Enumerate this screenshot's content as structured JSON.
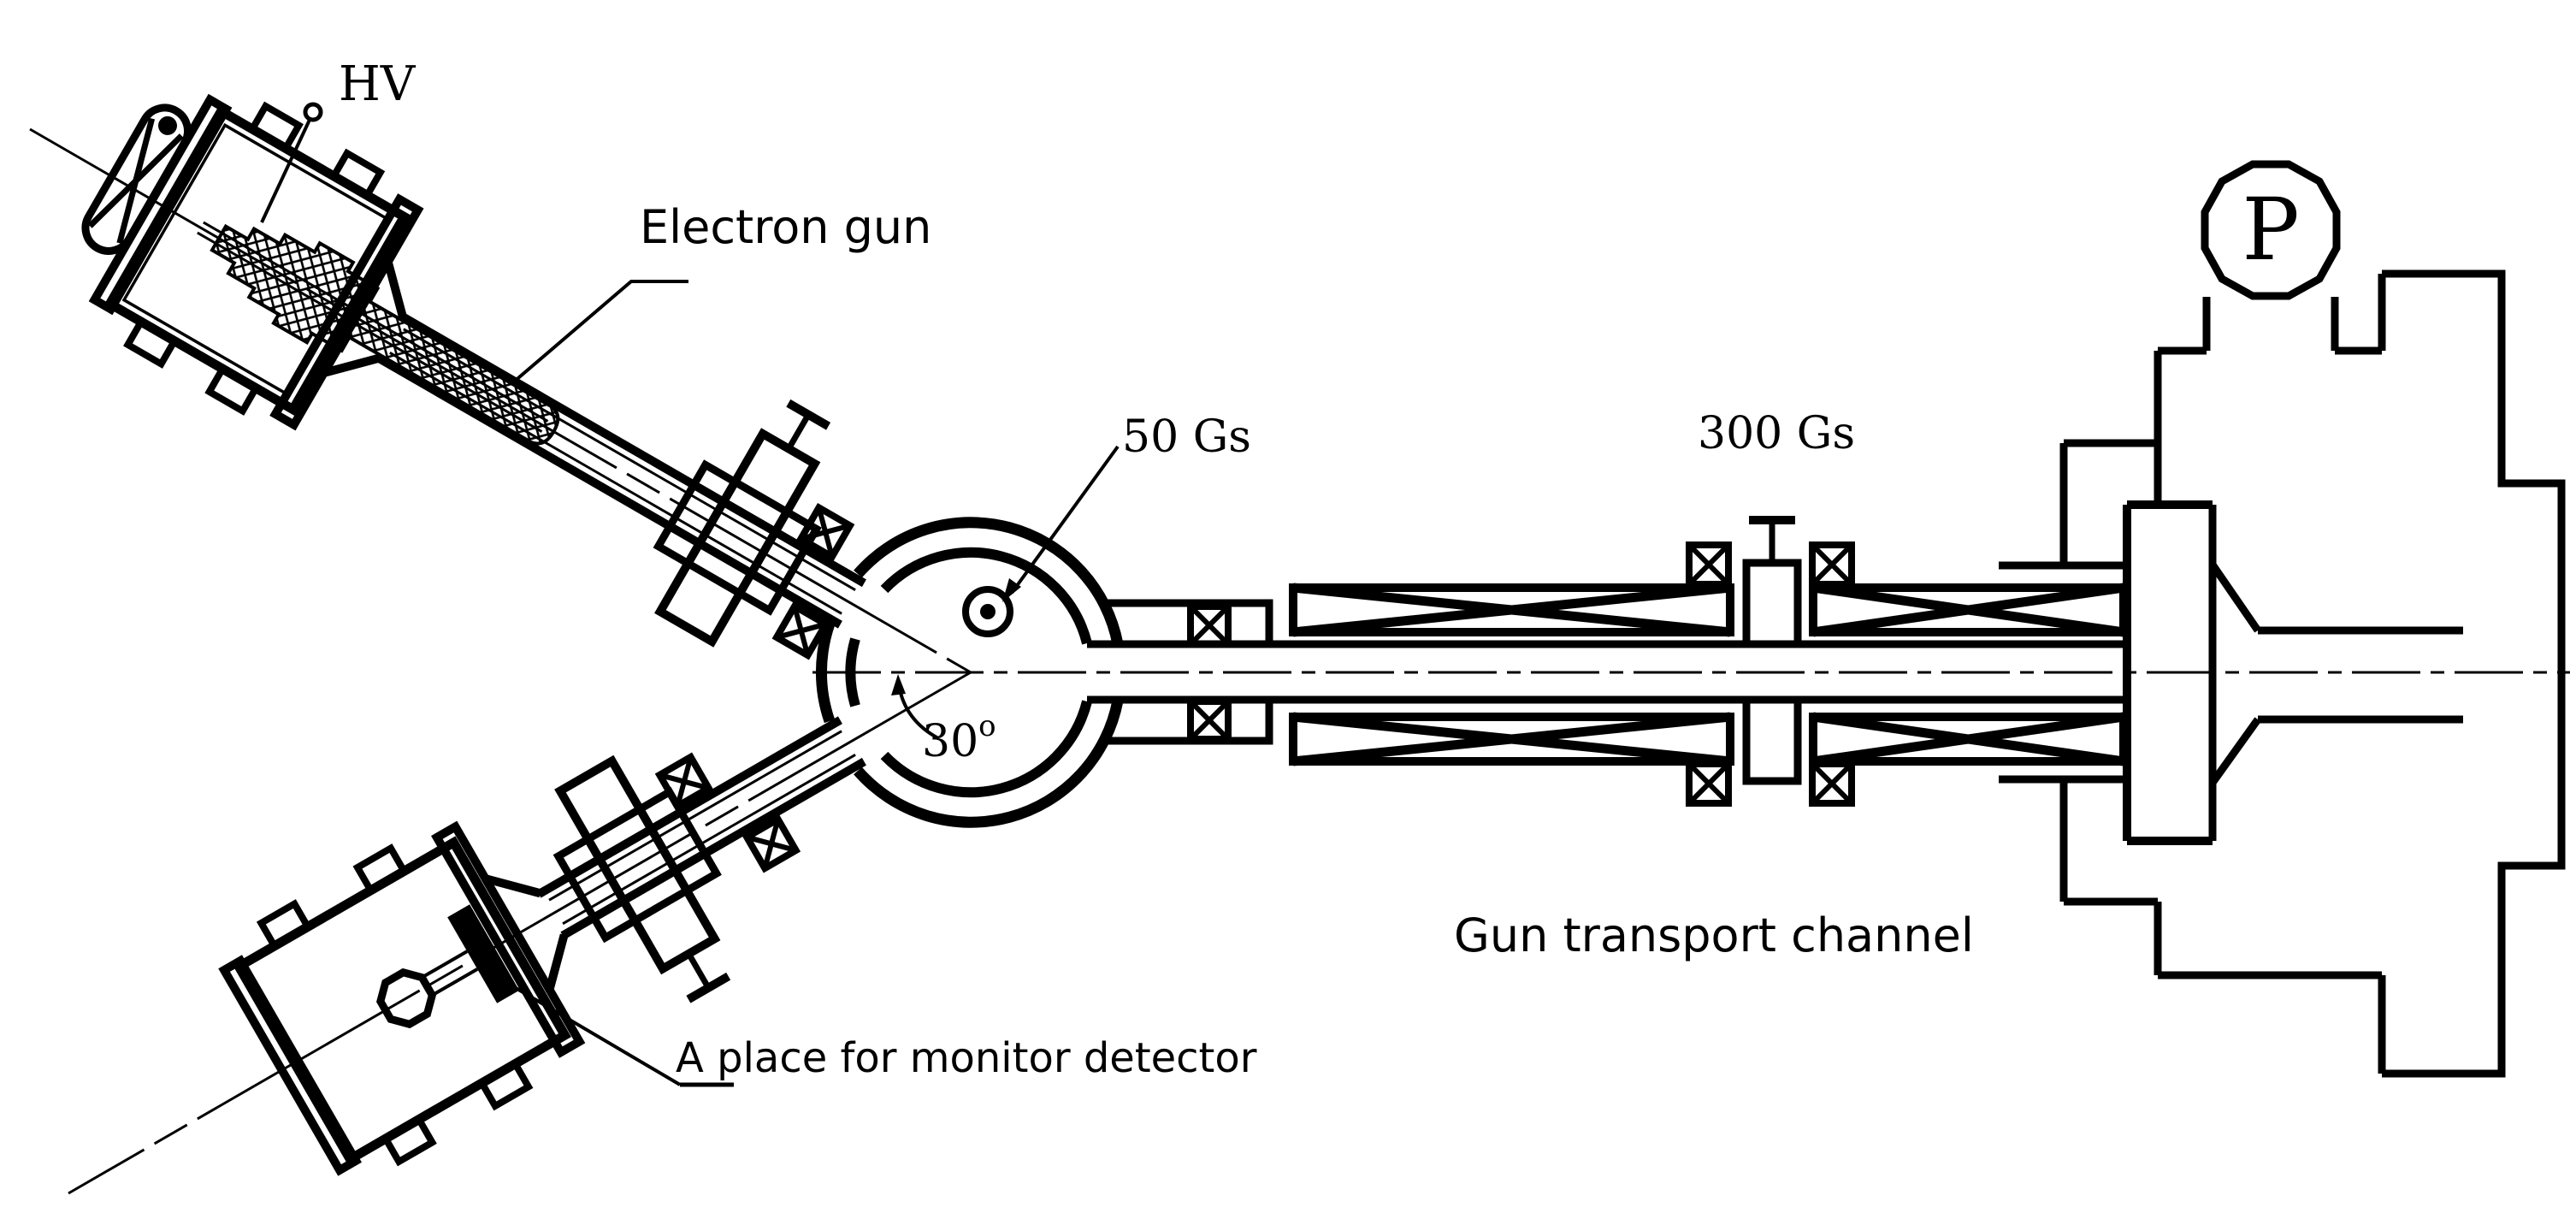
{
  "page": {
    "background": "#ffffff",
    "ink_color": "#000000",
    "type": "technical-line-drawing",
    "subject": "electron gun and transport channel vacuum schematic"
  },
  "labels": {
    "hv": "HV",
    "electron_gun": "Electron gun",
    "bend_field": "50 Gs",
    "transport_field": "300 Gs",
    "angle": {
      "value": "30",
      "sup": "o"
    },
    "transport_channel": "Gun transport channel",
    "monitor_detector": "A place for monitor detector",
    "pump": "P"
  },
  "components": [
    "electron-gun-assembly",
    "hv-feedthrough-pin",
    "handle-loop",
    "ceramic-bellows-insulator",
    "gun-beam-pipe",
    "cross-flange-with-valve",
    "steering-coil-pair",
    "bending-chamber-30deg",
    "field-out-of-plane-marker",
    "monitor-detector-arm",
    "monitor-detector-plate",
    "viewport-octagon",
    "solenoid-winding-sections",
    "gate-valve",
    "coil-boxes",
    "vacuum-pump",
    "exit-nozzle",
    "beam-axis-centerline"
  ]
}
